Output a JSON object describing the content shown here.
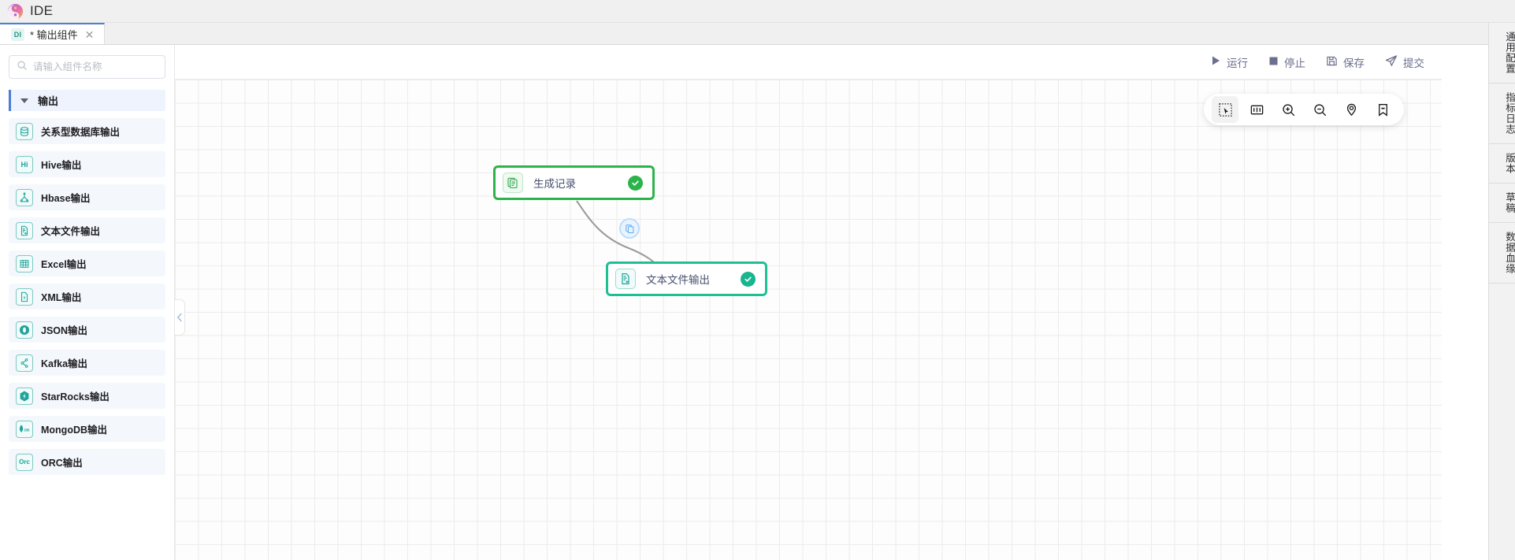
{
  "app": {
    "title": "IDE",
    "logo_icon": "yin-yang-swirl-logo"
  },
  "tabbar": {
    "tabs": [
      {
        "badge": "DI",
        "label": "* 输出组件",
        "close_icon": "close-icon"
      }
    ],
    "expand_icon": "chevron-double-down-icon"
  },
  "sidebar": {
    "search": {
      "placeholder": "请输入组件名称",
      "value": "",
      "icon": "search-icon"
    },
    "group": {
      "label": "输出",
      "caret_icon": "caret-down-icon"
    },
    "items": [
      {
        "label": "关系型数据库输出",
        "icon": "database-icon",
        "glyph": "DB"
      },
      {
        "label": "Hive输出",
        "icon": "hive-icon",
        "glyph": "Hi"
      },
      {
        "label": "Hbase输出",
        "icon": "hbase-icon",
        "glyph": "Hb"
      },
      {
        "label": "文本文件输出",
        "icon": "text-file-out-icon",
        "glyph": "TX"
      },
      {
        "label": "Excel输出",
        "icon": "excel-grid-icon",
        "glyph": "XL"
      },
      {
        "label": "XML输出",
        "icon": "xml-file-icon",
        "glyph": "X"
      },
      {
        "label": "JSON输出",
        "icon": "json-circle-icon",
        "glyph": "J"
      },
      {
        "label": "Kafka输出",
        "icon": "kafka-nodes-icon",
        "glyph": "K"
      },
      {
        "label": "StarRocks输出",
        "icon": "starrocks-icon",
        "glyph": "S"
      },
      {
        "label": "MongoDB输出",
        "icon": "mongodb-leaf-icon",
        "glyph": "DB"
      },
      {
        "label": "ORC输出",
        "icon": "orc-icon",
        "glyph": "Orc"
      }
    ],
    "collapse_icon": "chevron-left-icon"
  },
  "toolbar": {
    "buttons": [
      {
        "label": "运行",
        "icon": "play-triangle-icon"
      },
      {
        "label": "停止",
        "icon": "stop-square-icon"
      },
      {
        "label": "保存",
        "icon": "floppy-save-icon"
      },
      {
        "label": "提交",
        "icon": "paper-plane-icon"
      }
    ]
  },
  "canvas": {
    "toolbar_icons": [
      {
        "name": "marquee-select-icon",
        "active": true
      },
      {
        "name": "fit-to-screen-icon",
        "active": false
      },
      {
        "name": "zoom-in-icon",
        "active": false
      },
      {
        "name": "zoom-out-icon",
        "active": false
      },
      {
        "name": "locate-node-icon",
        "active": false
      },
      {
        "name": "bookmark-icon",
        "active": false
      }
    ],
    "nodes": [
      {
        "label": "生成记录",
        "icon": "generate-record-icon",
        "status": "success",
        "accent": "#2cb34a"
      },
      {
        "label": "文本文件输出",
        "icon": "text-file-out-icon",
        "status": "success",
        "accent": "#1fbf96"
      }
    ],
    "edge": {
      "badge_icon": "copy-records-icon",
      "arrow": "arrow-head"
    }
  },
  "right_rail": {
    "items": [
      {
        "label": "通用配置"
      },
      {
        "label": "指标日志"
      },
      {
        "label": "版本"
      },
      {
        "label": "草稿"
      },
      {
        "label": "数据血缘"
      }
    ]
  }
}
